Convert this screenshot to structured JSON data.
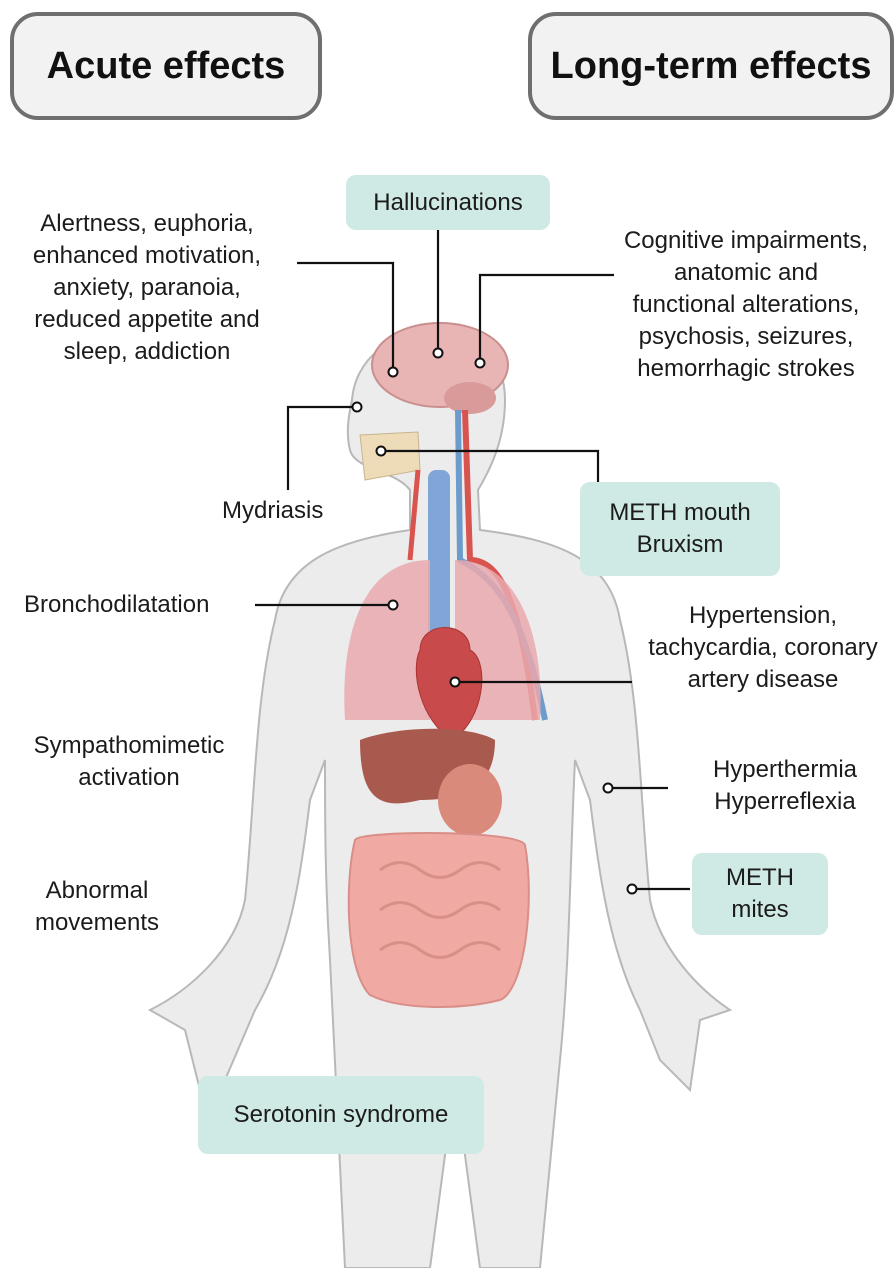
{
  "headers": {
    "acute": "Acute effects",
    "long_term": "Long-term effects"
  },
  "acute": {
    "alertness": [
      "Alertness, euphoria,",
      "enhanced motivation,",
      "anxiety, paranoia,",
      "reduced appetite and",
      "sleep, addiction"
    ],
    "mydriasis": "Mydriasis",
    "bronchodilatation": "Bronchodilatation",
    "sympathomimetic": [
      "Sympathomimetic",
      "activation"
    ],
    "abnormal_movements": [
      "Abnormal",
      "movements"
    ],
    "serotonin_syndrome": "Serotonin syndrome"
  },
  "long_term": {
    "cognitive": [
      "Cognitive impairments,",
      "anatomic and",
      "functional alterations,",
      "psychosis, seizures,",
      "hemorrhagic strokes"
    ],
    "meth_mouth": [
      "METH mouth",
      "Bruxism"
    ],
    "hypertension": [
      "Hypertension,",
      "tachycardia, coronary",
      "artery disease"
    ],
    "hyperthermia": [
      "Hyperthermia",
      "Hyperreflexia"
    ],
    "meth_mites": [
      "METH",
      "mites"
    ]
  },
  "center": {
    "hallucinations": "Hallucinations"
  },
  "colors": {
    "header_border": "#6f6f6f",
    "header_fill": "#f2f2f2",
    "teal_box": "#cfe9e4",
    "body_fill": "#ececec",
    "organ_pink": "#e8a5a5",
    "vein_blue": "#6d9ccc",
    "artery_red": "#d9534f"
  }
}
